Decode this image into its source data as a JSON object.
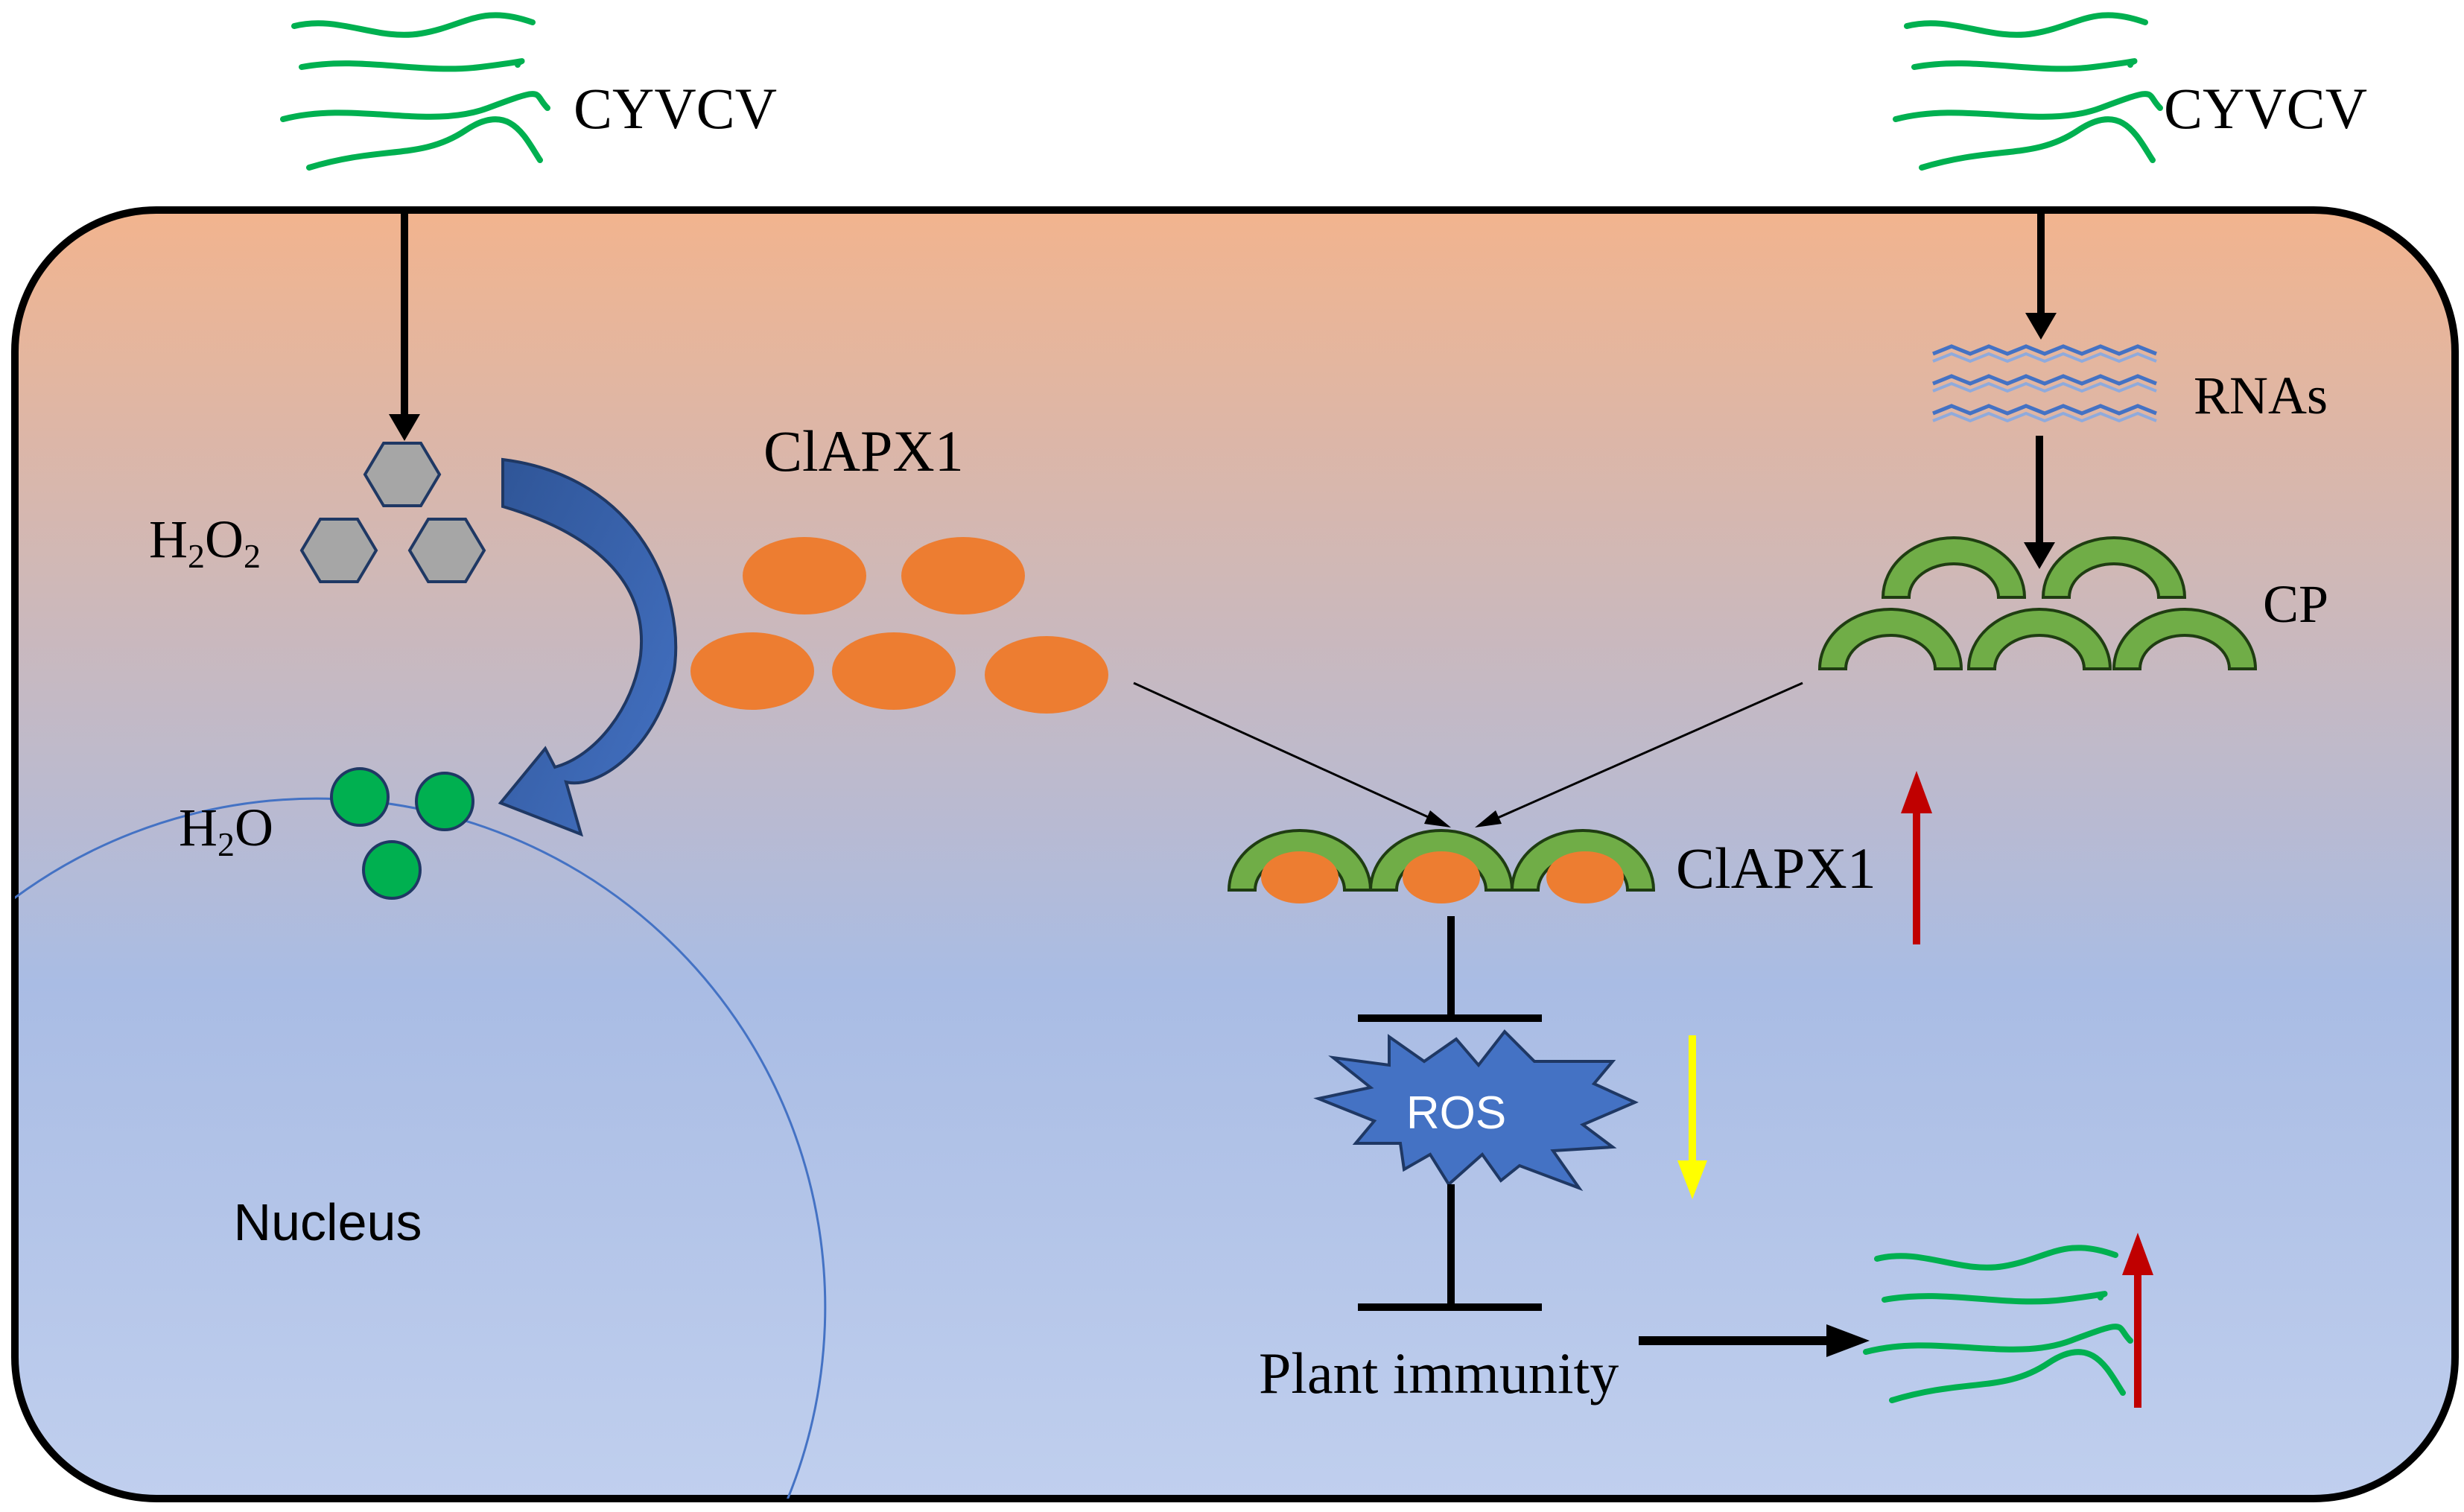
{
  "labels": {
    "virus_left": "CYVCV",
    "virus_right": "CYVCV",
    "rnas": "RNAs",
    "cp": "CP",
    "clapx1_top": "ClAPX1",
    "clapx1_complex": "ClAPX1",
    "h2o2_main": "H",
    "h2o2_sub1": "2",
    "h2o2_mid": "O",
    "h2o2_sub2": "2",
    "h2o_main": "H",
    "h2o_sub": "2",
    "h2o_end": "O",
    "ros": "ROS",
    "nucleus": "Nucleus",
    "plant_immunity": "Plant immunity"
  },
  "colors": {
    "cell_top": "#F2B48E",
    "cell_middle": "#A9BCE4",
    "cell_bottom": "#C0CFEE",
    "virus_green": "#00B050",
    "clapx1_orange": "#ED7D31",
    "cp_green": "#70AD47",
    "rna_blue": "#4472C4",
    "ros_blue": "#4472C4",
    "h2o2_gray": "#A6A6A6",
    "h2o_green": "#00B050",
    "up_arrow_red": "#C00000",
    "down_arrow_yellow": "#FFFF00",
    "curved_arrow_blue": "#2F5597"
  },
  "icons": {
    "virus": "virus-rna-strands-icon",
    "h2o2": "hexagon-molecule-icon",
    "h2o": "circle-molecule-icon",
    "cp": "arc-capsid-protein-icon",
    "ros": "burst-star-icon",
    "increase": "up-arrow-icon",
    "decrease": "down-arrow-icon"
  }
}
